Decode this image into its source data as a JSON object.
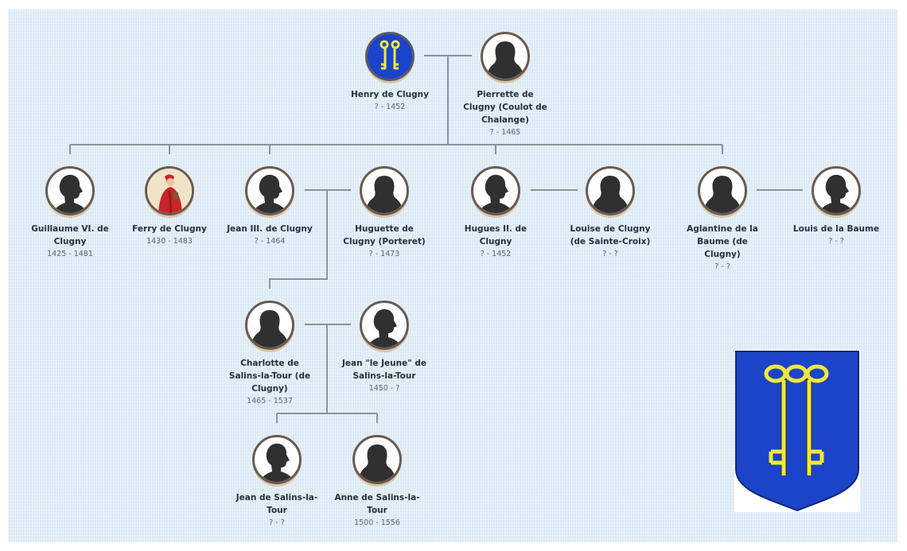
{
  "crest_colors": {
    "field": "#1c44c8",
    "keys": "#f0e83c"
  },
  "people": {
    "henry": {
      "name": "Henry de Clugny",
      "dates": "? - 1452",
      "portrait": "coat-of-arms"
    },
    "pierrette": {
      "name": "Pierrette de Clugny (Coulot de Chalange)",
      "dates": "? - 1465",
      "portrait": "female-silhouette"
    },
    "guillaume": {
      "name": "Guillaume VI. de Clugny",
      "dates": "1425 - 1481",
      "portrait": "male-silhouette"
    },
    "ferry": {
      "name": "Ferry de Clugny",
      "dates": "1430 - 1483",
      "portrait": "cardinal-painting"
    },
    "jean3": {
      "name": "Jean III. de Clugny",
      "dates": "? - 1464",
      "portrait": "male-silhouette"
    },
    "huguette": {
      "name": "Huguette de Clugny (Porteret)",
      "dates": "? - 1473",
      "portrait": "female-silhouette"
    },
    "hugues2": {
      "name": "Hugues II. de Clugny",
      "dates": "? - 1452",
      "portrait": "male-silhouette"
    },
    "louise": {
      "name": "Louise de Clugny (de Sainte-Croix)",
      "dates": "? - ?",
      "portrait": "female-silhouette"
    },
    "aglantine": {
      "name": "Aglantine de la Baume (de Clugny)",
      "dates": "? - ?",
      "portrait": "female-silhouette"
    },
    "louis": {
      "name": "Louis de la Baume",
      "dates": "? - ?",
      "portrait": "male-silhouette"
    },
    "charlotte": {
      "name": "Charlotte de Salins-la-Tour (de Clugny)",
      "dates": "1465 - 1537",
      "portrait": "female-silhouette"
    },
    "jeanjeune": {
      "name": "Jean \"le Jeune\" de Salins-la-Tour",
      "dates": "1450 - ?",
      "portrait": "male-silhouette"
    },
    "jeansalins": {
      "name": "Jean de Salins-la-Tour",
      "dates": "? - ?",
      "portrait": "male-silhouette"
    },
    "anne": {
      "name": "Anne de Salins-la-Tour",
      "dates": "1500 - 1556",
      "portrait": "female-silhouette"
    }
  }
}
